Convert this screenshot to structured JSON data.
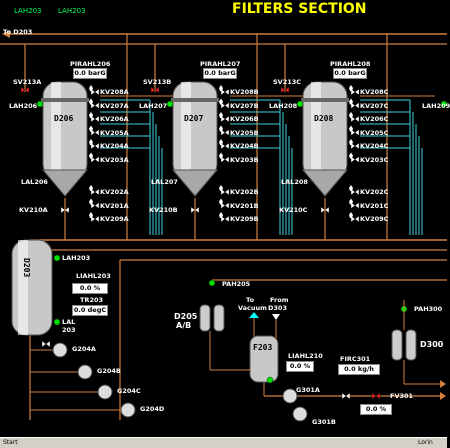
{
  "header": {
    "tag_left_1": "LAH203",
    "tag_left_2": "LAH203",
    "title": "FILTERS SECTION"
  },
  "line_to_d203": "To D203",
  "filters": [
    {
      "name": "D206",
      "sv": "SV213A",
      "pirahl": "PIRAHL206",
      "pressure": "0.0 barG",
      "lah": "LAH206",
      "lal": "LAL206",
      "kv_bottom": "KV210A",
      "valves_top": [
        "KV208A",
        "KV207A",
        "KV206A",
        "KV205A",
        "KV204A",
        "KV203A"
      ],
      "valves_bottom": [
        "KV202A",
        "KV201A",
        "KV209A"
      ]
    },
    {
      "name": "D207",
      "sv": "SV213B",
      "pirahl": "PIRAHL207",
      "pressure": "0.0 barG",
      "lah": "LAH207",
      "lal": "LAL207",
      "kv_bottom": "KV210B",
      "valves_top": [
        "KV208B",
        "KV207B",
        "KV206B",
        "KV205B",
        "KV204B",
        "KV203B"
      ],
      "valves_bottom": [
        "KV202B",
        "KV201B",
        "KV209B"
      ]
    },
    {
      "name": "D208",
      "sv": "SV213C",
      "pirahl": "PIRAHL208",
      "pressure": "0.0 barG",
      "lah": "LAH208",
      "lal": "LAL208",
      "kv_bottom": "KV210C",
      "valves_top": [
        "KV208C",
        "KV207C",
        "KV206C",
        "KV205C",
        "KV204C",
        "KV203C"
      ],
      "valves_bottom": [
        "KV202C",
        "KV201C",
        "KV209C"
      ]
    }
  ],
  "lah209": "LAH209",
  "d203": {
    "name": "D203",
    "lah": "LAH203",
    "liahl": "LIAHL203",
    "level": "0.0 %",
    "tr": "TR203",
    "temp": "0.0 degC",
    "lal_1": "LAL",
    "lal_2": "203",
    "valves": [
      "G204A",
      "G204B",
      "G204C",
      "G204D"
    ]
  },
  "d205": {
    "name_1": "D205",
    "name_2": "A/B",
    "pah": "PAH205",
    "to_vacuum_1": "To",
    "to_vacuum_2": "Vacuum",
    "from_1": "From",
    "from_2": "D303"
  },
  "f203": {
    "name": "F203",
    "liahl": "LIAHL210",
    "level": "0.0 %",
    "firc": "FIRC301",
    "flow": "0.0 kg/h",
    "pump": "G301A",
    "pump2": "G301B",
    "fv": "FV301",
    "pct": "0.0 %"
  },
  "d300": {
    "name": "D300",
    "pah": "PAH300"
  },
  "taskbar": {
    "start": "Start",
    "item": "Lorin"
  },
  "colors": {
    "accent": "#ffff00",
    "pipe_orange": "#d08040",
    "pipe_cyan": "#40d0e0",
    "valve_red": "#e02020",
    "status_green": "#00e000"
  }
}
